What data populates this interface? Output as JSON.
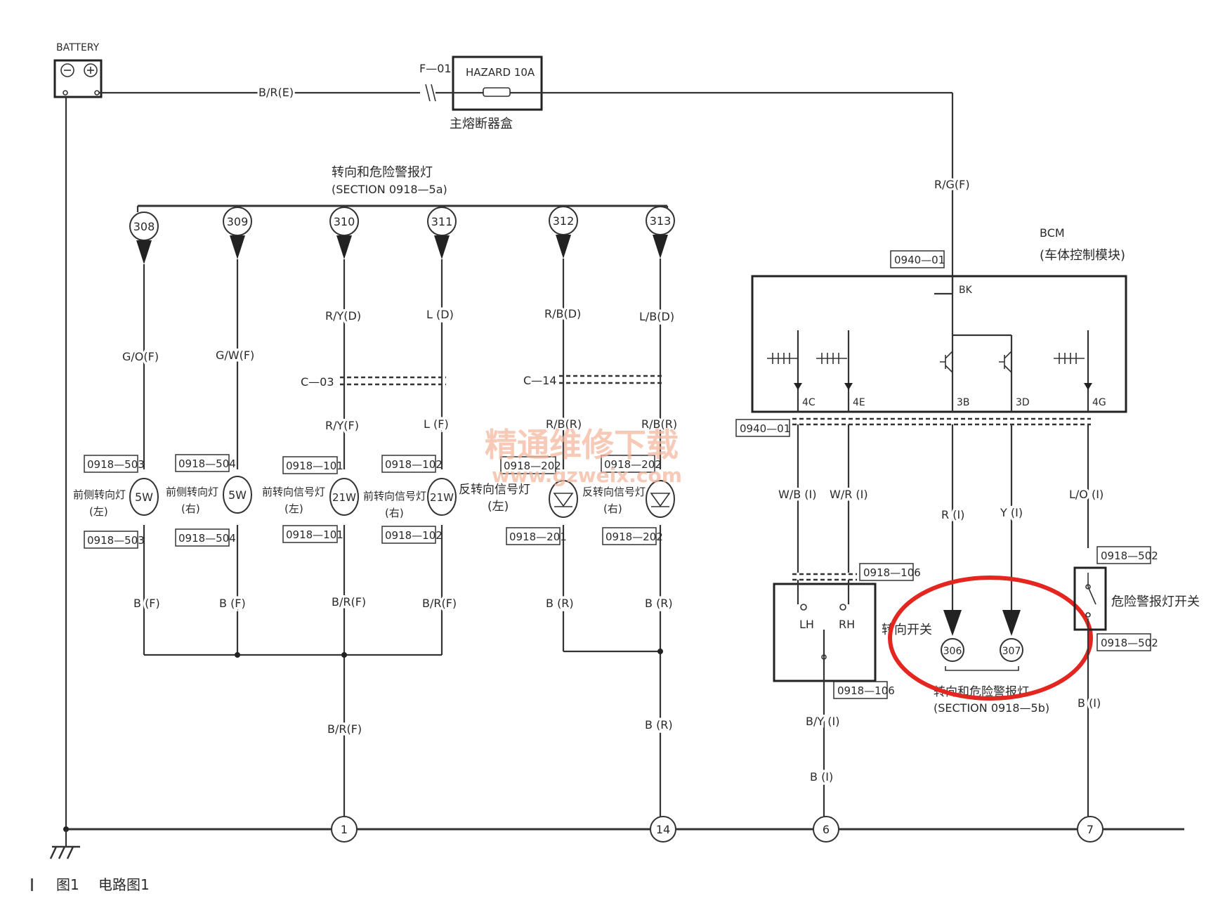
{
  "battery_label": "BATTERY",
  "fuse": {
    "id": "F—01",
    "label": "HAZARD 10A",
    "box_label": "主熔断器盒"
  },
  "wires": {
    "battery_feed": "B/R(E)",
    "bcm_feed": "R/G(F)",
    "g_o": "G/O(F)",
    "g_w": "G/W(F)",
    "r_y_d": "R/Y(D)",
    "l_d": "L (D)",
    "r_b_d": "R/B(D)",
    "l_b_d": "L/B(D)",
    "r_y_f": "R/Y(F)",
    "l_f": "L (F)",
    "r_b_r": "R/B(R)",
    "r_b_r2": "R/B(R)",
    "b_f1": "B (F)",
    "b_f2": "B (F)",
    "b_r_f1": "B/R(F)",
    "b_r_f2": "B/R(F)",
    "b_r1": "B (R)",
    "b_r2": "B (R)",
    "b_r_f3": "B/R(F)",
    "b_r3": "B (R)",
    "w_b": "W/B (I)",
    "w_r": "W/R (I)",
    "r_i": "R (I)",
    "y_i": "Y (I)",
    "l_o": "L/O (I)",
    "b_y": "B/Y (I)",
    "b_i": "B (I)",
    "b_i2": "B (I)"
  },
  "section_top": {
    "title": "转向和危险警报灯",
    "ref": "(SECTION 0918—5a)"
  },
  "section_bottom": {
    "title": "转向和危险警报灯",
    "ref": "(SECTION 0918—5b)"
  },
  "top_nodes": [
    "308",
    "309",
    "310",
    "311",
    "312",
    "313"
  ],
  "bottom_refs": [
    "306",
    "307"
  ],
  "connectors": {
    "c03": "C—03",
    "c14": "C—14",
    "c0940_01a": "0940—01",
    "c0940_01b": "0940—01",
    "c503a": "0918—503",
    "c503b": "0918—503",
    "c504a": "0918—504",
    "c504b": "0918—504",
    "c101a": "0918—101",
    "c101b": "0918—101",
    "c102a": "0918—102",
    "c102b": "0918—102",
    "c202a": "0918—202",
    "c202b": "0918—202",
    "c202c": "0918—202",
    "c201": "0918—201",
    "c106a": "0918—106",
    "c106b": "0918—106",
    "c502a": "0918—502",
    "c502b": "0918—502"
  },
  "lamps": {
    "front_side_left": {
      "name": "前侧转向灯",
      "side": "(左)",
      "rating": "5W"
    },
    "front_side_right": {
      "name": "前侧转向灯",
      "side": "(右)",
      "rating": "5W"
    },
    "front_left": {
      "name": "前转向信号灯",
      "side": "(左)",
      "rating": "21W"
    },
    "front_right": {
      "name": "前转向信号灯",
      "side": "(右)",
      "rating": "21W"
    },
    "rear_left": {
      "name": "反转向信号灯",
      "side": "(左)"
    },
    "rear_right": {
      "name": "反转向信号灯",
      "side": "(右)"
    }
  },
  "bcm": {
    "label": "BCM",
    "desc": "(车体控制模块)",
    "pin_bk": "BK",
    "pins": [
      "4C",
      "4E",
      "3B",
      "3D",
      "4G"
    ]
  },
  "turn_switch": {
    "label": "转向开关",
    "lh": "LH",
    "rh": "RH"
  },
  "hazard_switch": {
    "label": "危险警报灯开关"
  },
  "ground_points": [
    "1",
    "14",
    "6",
    "7"
  ],
  "watermark": {
    "line1": "精通维修下载",
    "line2": "www.gzweix.com"
  },
  "caption": {
    "fig": "图1",
    "title": "电路图1"
  },
  "colors": {
    "highlight": "#e3261f",
    "watermark": "#f3b9a0"
  }
}
